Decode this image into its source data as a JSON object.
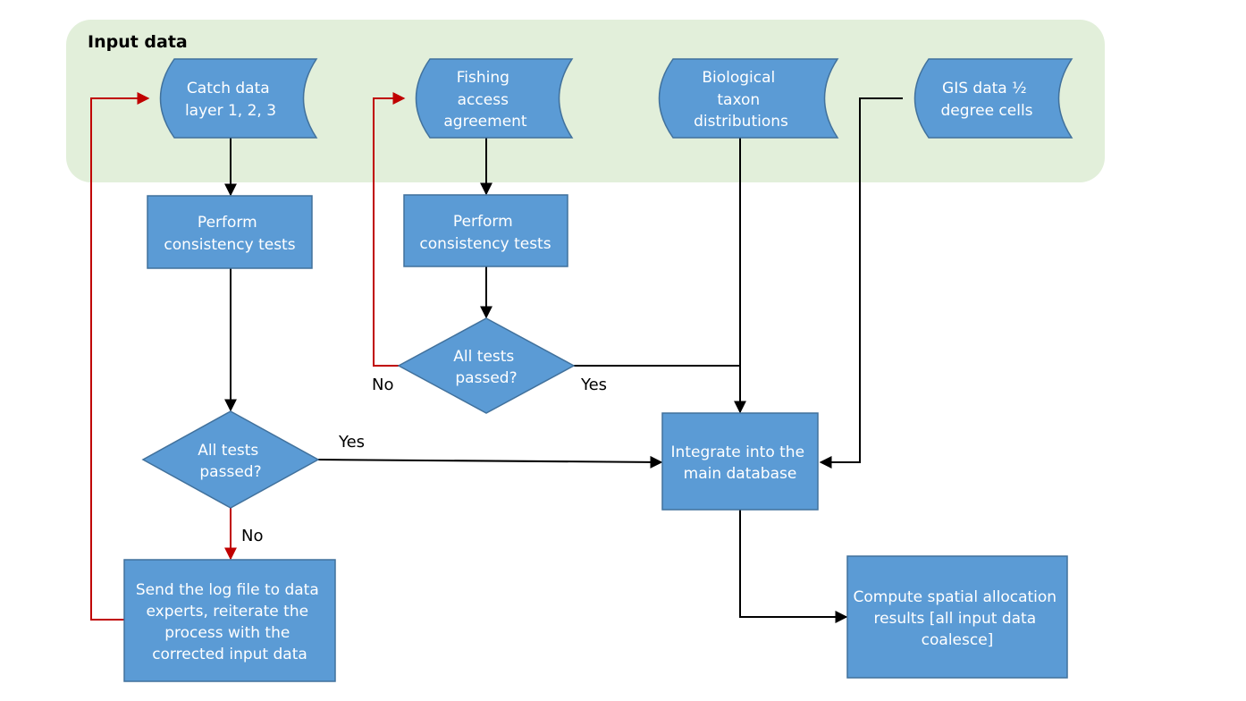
{
  "colors": {
    "node_fill": "#5b9bd5",
    "node_stroke": "#41719c",
    "group_fill": "#e2efda",
    "edge_default": "#000000",
    "edge_reject": "#c00000"
  },
  "group": {
    "title": "Input data"
  },
  "nodes": {
    "catch_data": [
      "Catch data",
      "layer 1, 2, 3"
    ],
    "fishing_access": [
      "Fishing",
      "access",
      "agreement"
    ],
    "biological_taxon": [
      "Biological",
      "taxon",
      "distributions"
    ],
    "gis_data": [
      "GIS data ½",
      "degree cells"
    ],
    "consistency_tests_1": [
      "Perform",
      "consistency tests"
    ],
    "consistency_tests_2": [
      "Perform",
      "consistency tests"
    ],
    "tests_passed_2": [
      "All tests",
      "passed?"
    ],
    "tests_passed_1": [
      "All tests",
      "passed?"
    ],
    "integrate": [
      "Integrate into the",
      "main database"
    ],
    "send_log": [
      "Send the log file to data",
      "experts, reiterate the",
      "process with the",
      "corrected input data"
    ],
    "compute": [
      "Compute spatial allocation",
      "results [all input data",
      "coalesce]"
    ]
  },
  "edge_labels": {
    "no_upper": "No",
    "yes_upper": "Yes",
    "yes_lower": "Yes",
    "no_lower": "No"
  }
}
